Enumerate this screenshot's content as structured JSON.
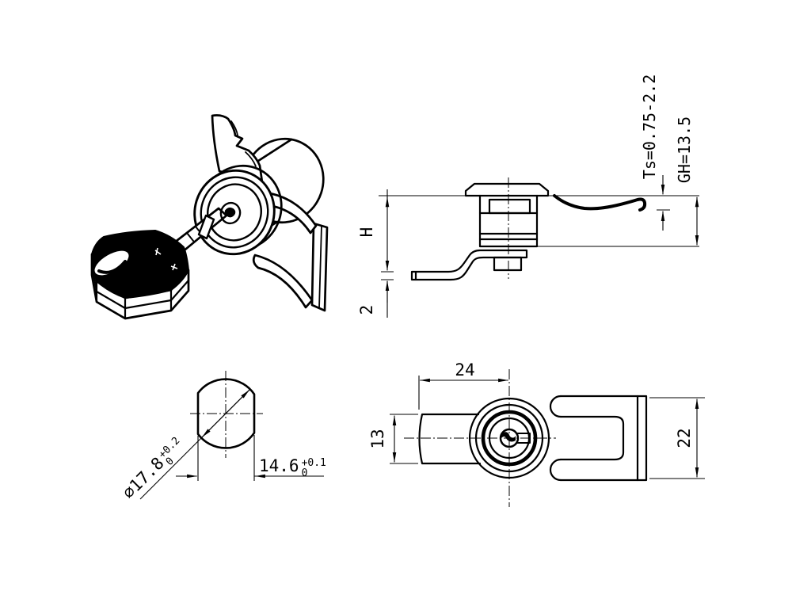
{
  "drawing": {
    "background": "#ffffff",
    "line_color": "#000000",
    "side_view": {
      "dim_grip": "H",
      "dim_cam_thickness": "2",
      "dim_clamp_range": "Ts=0.75-2.2",
      "dim_grip_height": "GH=13.5"
    },
    "section_view": {
      "dim_diameter": "⌀17.8",
      "dim_diameter_tol_upper": "+0.2",
      "dim_diameter_tol_lower": "0",
      "dim_across_flats": "14.6",
      "dim_across_flats_tol_upper": "+0.1",
      "dim_across_flats_tol_lower": "0"
    },
    "front_view": {
      "dim_cam_reach": "24",
      "dim_cam_width": "13",
      "dim_bracket_height": "22"
    }
  }
}
